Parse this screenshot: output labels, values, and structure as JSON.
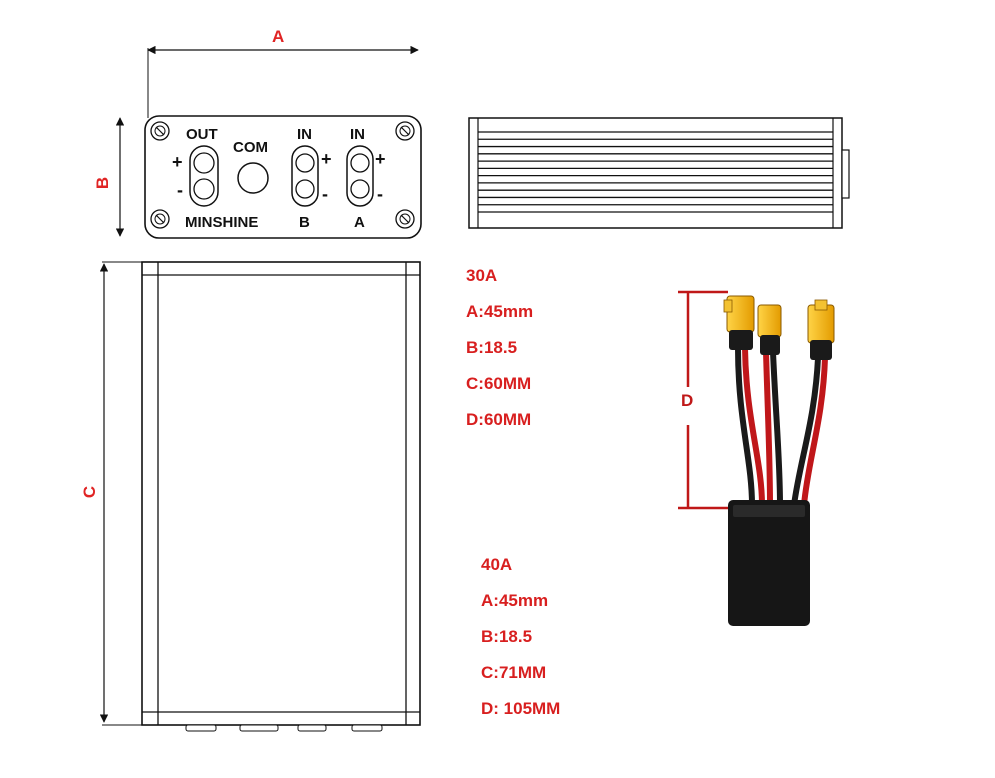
{
  "dimensions": {
    "a": "A",
    "b": "B",
    "c": "C",
    "d": "D"
  },
  "front_panel": {
    "out_label": "OUT",
    "com_label": "COM",
    "in_label_b": "IN",
    "in_label_a": "IN",
    "brand": "MINSHINE",
    "port_b": "B",
    "port_a": "A",
    "plus": "+",
    "minus": "-"
  },
  "specs_30a": {
    "title": "30A",
    "a": "A:45mm",
    "b": "B:18.5",
    "c": "C:60MM",
    "d": "D:60MM"
  },
  "specs_40a": {
    "title": "40A",
    "a": "A:45mm",
    "b": "B:18.5",
    "c": "C:71MM",
    "d": "D: 105MM"
  },
  "colors": {
    "dimension": "#e02424",
    "text_red": "#d81f1f",
    "line": "#111111",
    "connector": "#f2b20f",
    "wire_red": "#c0171a",
    "wire_black": "#1a1a1a",
    "body": "#161616"
  }
}
